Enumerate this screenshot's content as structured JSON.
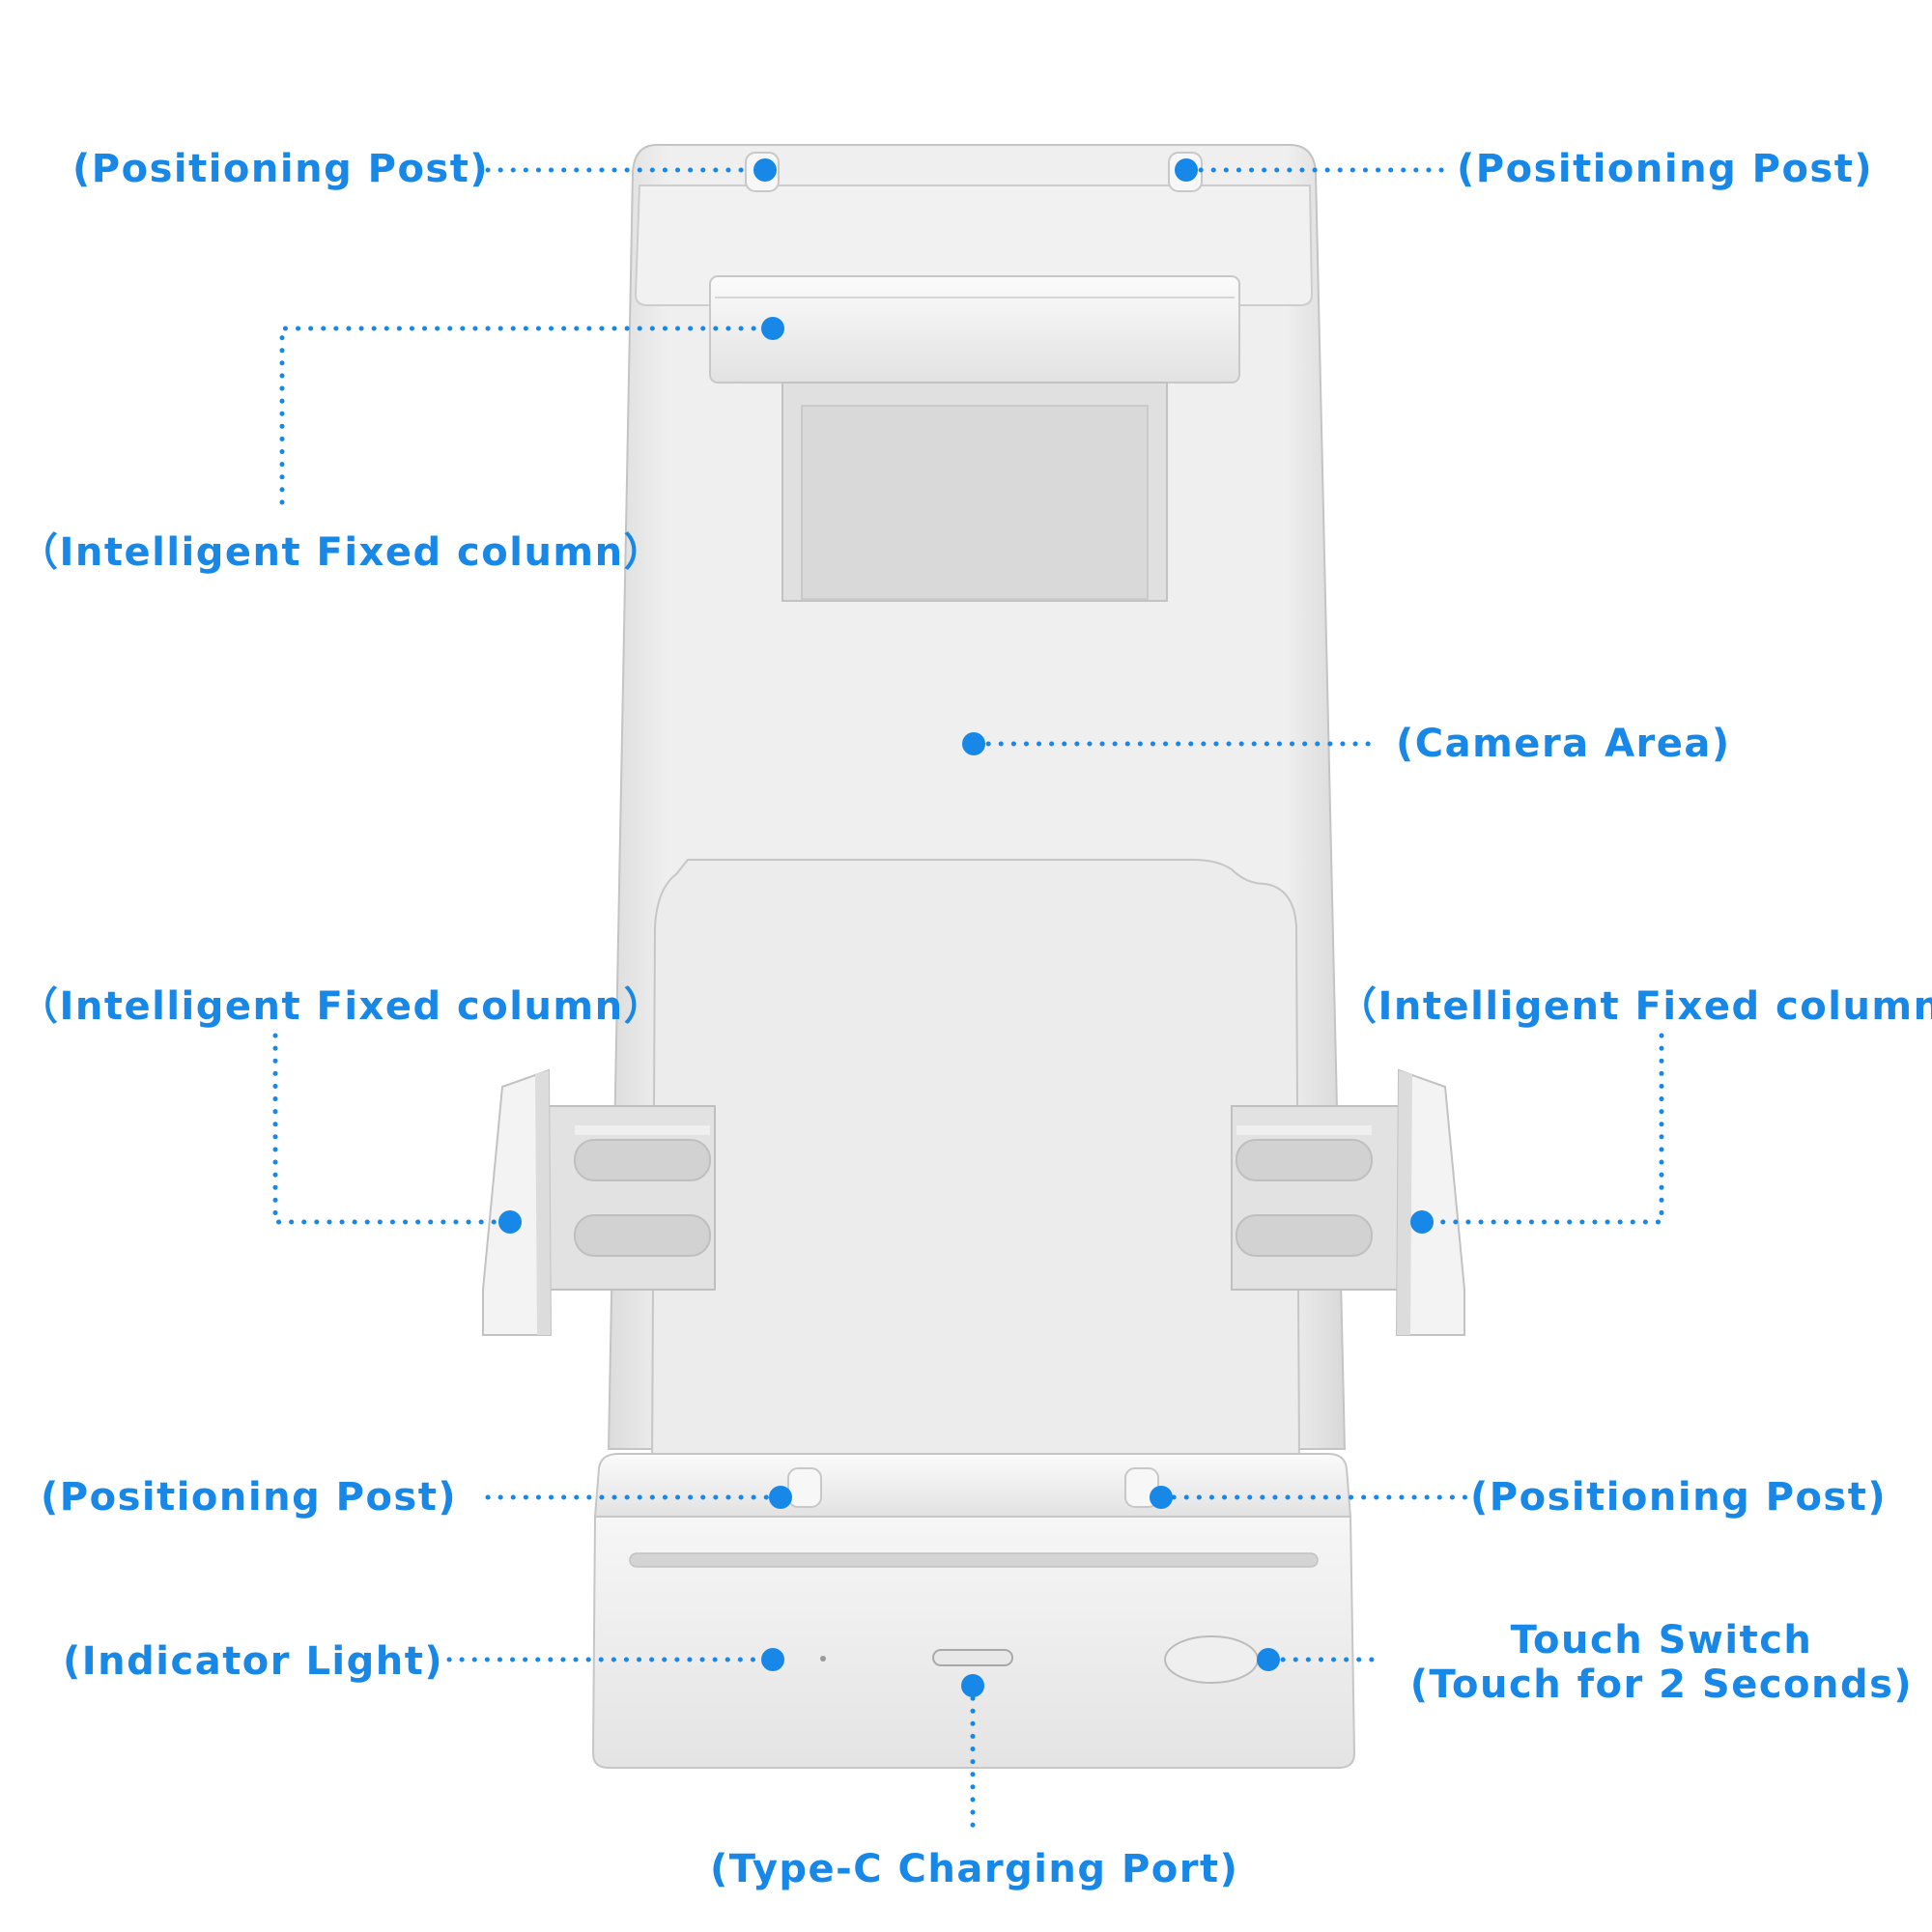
{
  "colors": {
    "accent": "#1787e8",
    "device_light": "#f2f2f2",
    "device_mid": "#e6e6e6",
    "device_shadow": "#cfcfcf",
    "device_edge": "#bdbdbd"
  },
  "labels": {
    "positioning_post_top_left": "(Positioning Post)",
    "positioning_post_top_right": "(Positioning Post)",
    "fixed_column_top": "（Intelligent Fixed column）",
    "camera_area": "(Camera Area)",
    "fixed_column_left": "（Intelligent Fixed column）",
    "fixed_column_right": "（Intelligent Fixed column）",
    "positioning_post_bottom_left": "(Positioning Post)",
    "positioning_post_bottom_right": "(Positioning Post)",
    "indicator_light": "(Indicator Light)",
    "touch_switch_line1": "Touch Switch",
    "touch_switch_line2": "(Touch for 2 Seconds)",
    "type_c_port": "(Type-C Charging Port)"
  }
}
